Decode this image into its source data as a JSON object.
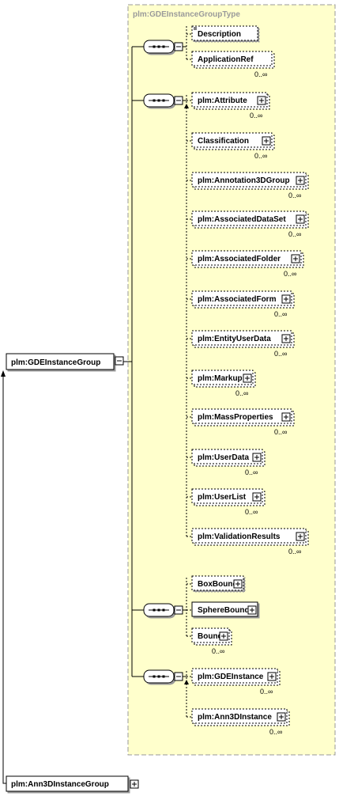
{
  "type_title": "plm:GDEInstanceGroupType",
  "root": {
    "label": "plm:GDEInstanceGroup"
  },
  "derived": {
    "label": "plm:Ann3DInstanceGroup"
  },
  "groups": [
    {
      "id": "g1",
      "items": [
        {
          "label": "Description",
          "optional": true,
          "expandable": false,
          "card": ""
        },
        {
          "label": "ApplicationRef",
          "optional": true,
          "expandable": false,
          "card": "0..∞",
          "multi": true
        }
      ]
    },
    {
      "id": "g2",
      "items": [
        {
          "label": "plm:Attribute",
          "optional": true,
          "expandable": true,
          "card": "0..∞",
          "multi": true
        },
        {
          "label": "Classification",
          "optional": true,
          "expandable": true,
          "card": "0..∞",
          "multi": true
        },
        {
          "label": "plm:Annotation3DGroup",
          "optional": true,
          "expandable": true,
          "card": "0..∞",
          "multi": true
        },
        {
          "label": "plm:AssociatedDataSet",
          "optional": true,
          "expandable": true,
          "card": "0..∞",
          "multi": true
        },
        {
          "label": "plm:AssociatedFolder",
          "optional": true,
          "expandable": true,
          "card": "0..∞",
          "multi": true
        },
        {
          "label": "plm:AssociatedForm",
          "optional": true,
          "expandable": true,
          "card": "0..∞",
          "multi": true
        },
        {
          "label": "plm:EntityUserData",
          "optional": true,
          "expandable": true,
          "card": "0..∞",
          "multi": true
        },
        {
          "label": "plm:Markup",
          "optional": true,
          "expandable": true,
          "card": "0..∞",
          "multi": true
        },
        {
          "label": "plm:MassProperties",
          "optional": true,
          "expandable": true,
          "card": "0..∞",
          "multi": true
        },
        {
          "label": "plm:UserData",
          "optional": true,
          "expandable": true,
          "card": "0..∞",
          "multi": true
        },
        {
          "label": "plm:UserList",
          "optional": true,
          "expandable": true,
          "card": "0..∞",
          "multi": true
        },
        {
          "label": "plm:ValidationResults",
          "optional": true,
          "expandable": true,
          "card": "0..∞",
          "multi": true
        }
      ]
    },
    {
      "id": "g3",
      "items": [
        {
          "label": "BoxBound",
          "optional": true,
          "expandable": true,
          "card": ""
        },
        {
          "label": "SphereBound",
          "optional": false,
          "expandable": true,
          "card": ""
        },
        {
          "label": "Bound",
          "optional": true,
          "expandable": true,
          "card": "0..∞",
          "multi": true
        }
      ]
    },
    {
      "id": "g4",
      "items": [
        {
          "label": "plm:GDEInstance",
          "optional": true,
          "expandable": true,
          "card": "0..∞",
          "multi": true
        },
        {
          "label": "plm:Ann3DInstance",
          "optional": true,
          "expandable": true,
          "card": "0..∞",
          "multi": true
        }
      ]
    }
  ]
}
